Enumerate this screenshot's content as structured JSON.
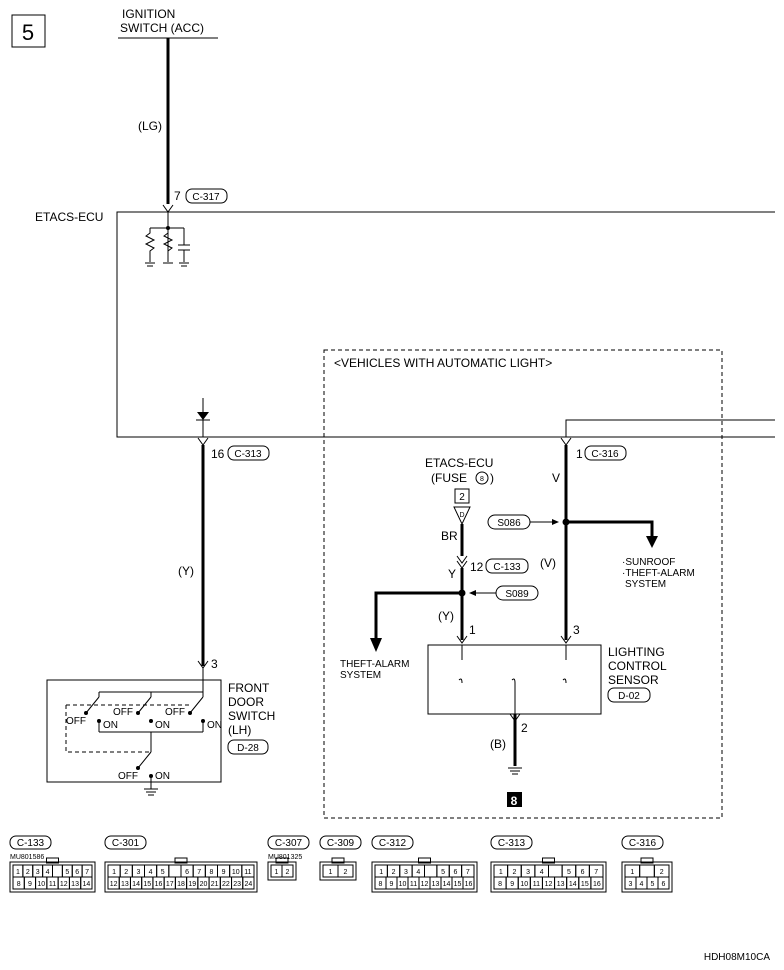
{
  "page_number": "5",
  "figure_code": "HDH08M10CA",
  "labels": {
    "ignition_line1": "IGNITION",
    "ignition_line2": "SWITCH (ACC)",
    "etacs_ecu": "ETACS-ECU",
    "auto_light_box": "<VEHICLES WITH AUTOMATIC LIGHT>",
    "fuse_title": "ETACS-ECU",
    "fuse_label": "(FUSE",
    "fuse_number": "8",
    "fuse_close": ")",
    "fuse_pin": "2",
    "fuse_d": "D",
    "sunroof_line1": "·SUNROOF",
    "sunroof_line2": "·THEFT-ALARM",
    "sunroof_line3": "SYSTEM",
    "theft_line1": "THEFT-ALARM",
    "theft_line2": "SYSTEM",
    "sensor_line1": "LIGHTING",
    "sensor_line2": "CONTROL",
    "sensor_line3": "SENSOR",
    "sensor_connector": "D-02",
    "door_line1": "FRONT",
    "door_line2": "DOOR",
    "door_line3": "SWITCH",
    "door_line4": "(LH)",
    "door_connector": "D-28",
    "ground_ref": "8"
  },
  "wires": {
    "lg": "(LG)",
    "y_left": "(Y)",
    "br": "BR",
    "y": "Y",
    "y_paren": "(Y)",
    "v": "V",
    "v_paren": "(V)",
    "b": "(B)"
  },
  "pins": {
    "p7": "7",
    "c317": "C-317",
    "p16": "16",
    "c313": "C-313",
    "p1_top": "1",
    "c316": "C-316",
    "p12": "12",
    "c133": "C-133",
    "s086": "S086",
    "s089": "S089",
    "p1": "1",
    "p3": "3",
    "p3_switch": "3",
    "p2": "2"
  },
  "switch_states": {
    "off": "OFF",
    "on": "ON"
  },
  "connectors": [
    {
      "id": "C-133",
      "part": "MU801586"
    },
    {
      "id": "C-301",
      "part": ""
    },
    {
      "id": "C-307",
      "part": "MU801325"
    },
    {
      "id": "C-309",
      "part": ""
    },
    {
      "id": "C-312",
      "part": ""
    },
    {
      "id": "C-313",
      "part": ""
    },
    {
      "id": "C-316",
      "part": ""
    }
  ]
}
